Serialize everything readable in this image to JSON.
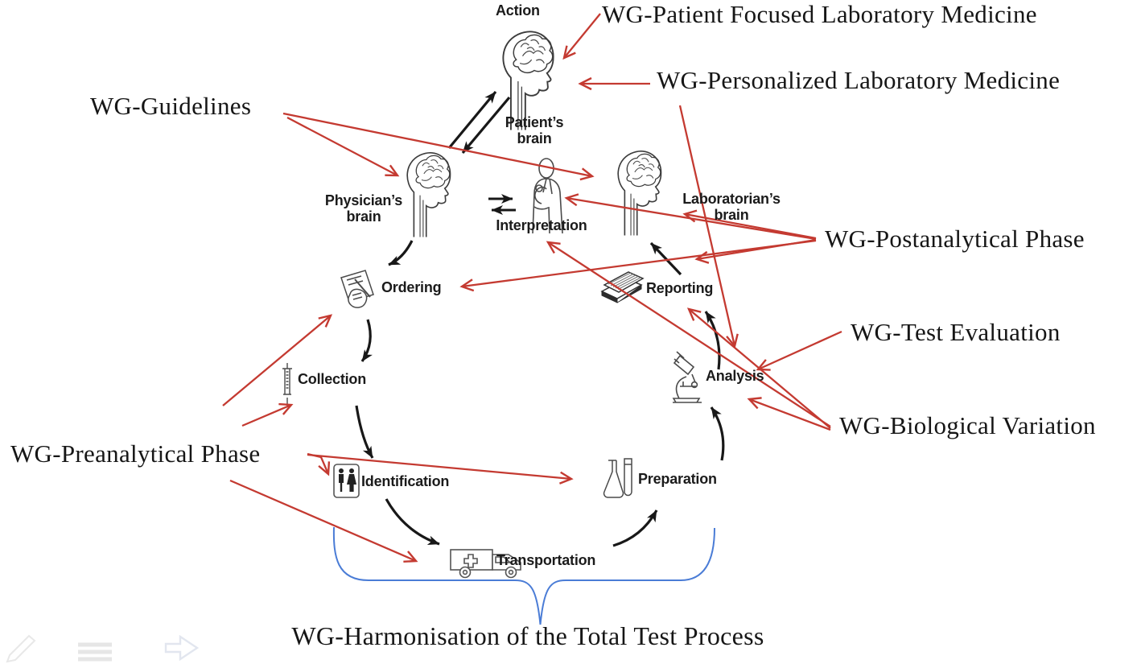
{
  "colors": {
    "annotation_red": "#c43a31",
    "brace_blue": "#4a7cd6",
    "diagram_black": "#1a1a1a"
  },
  "wg": {
    "patient_focused": "WG-Patient Focused Laboratory Medicine",
    "personalized": "WG-Personalized Laboratory Medicine",
    "guidelines": "WG-Guidelines",
    "postanalytical": "WG-Postanalytical Phase",
    "test_evaluation": "WG-Test Evaluation",
    "biological_variation": "WG-Biological Variation",
    "preanalytical": "WG-Preanalytical Phase",
    "harmonisation": "WG-Harmonisation of the Total Test Process"
  },
  "nodes": {
    "action": "Action",
    "patients_brain": "Patient’s brain",
    "physicians_brain": "Physician’s brain",
    "interpretation": "Interpretation",
    "laboratorians_brain": "Laboratorian’s brain",
    "ordering": "Ordering",
    "collection": "Collection",
    "identification": "Identification",
    "transportation": "Transportation",
    "preparation": "Preparation",
    "analysis": "Analysis",
    "reporting": "Reporting"
  },
  "icons": [
    "brain-head-icon",
    "interpretation-person-icon",
    "ordering-pad-icon",
    "collection-syringe-icon",
    "identification-people-icon",
    "transportation-ambulance-icon",
    "preparation-flasks-icon",
    "analysis-microscope-icon",
    "reporting-books-icon",
    "pencil-icon",
    "list-icon",
    "forward-arrow-icon"
  ]
}
